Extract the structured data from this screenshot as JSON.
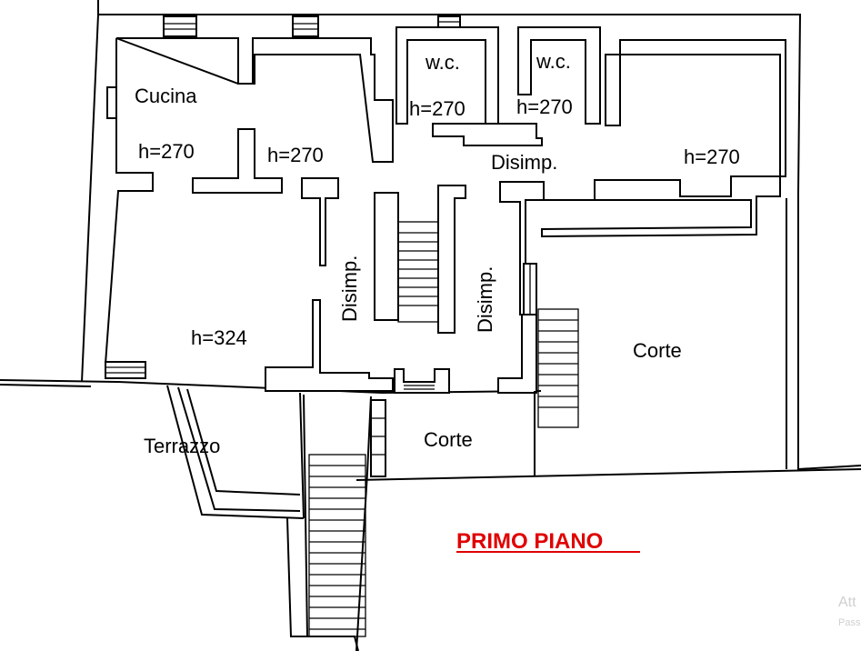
{
  "plan": {
    "title": "PRIMO PIANO",
    "title_color": "#e00000",
    "rooms": {
      "cucina": "Cucina",
      "h_cucina": "h=270",
      "h_center": "h=270",
      "wc_left": "w.c.",
      "h_wc_left": "h=270",
      "wc_right": "w.c.",
      "h_wc_right": "h=270",
      "disimp_top": "Disimp.",
      "h_right": "h=270",
      "h_main": "h=324",
      "disimp_vertical_left": "Disimp.",
      "disimp_vertical_right": "Disimp.",
      "corte_right": "Corte",
      "corte_bottom": "Corte",
      "terrazzo": "Terrazzo"
    },
    "watermark": {
      "line1": "Att",
      "line2": "Pass"
    }
  }
}
